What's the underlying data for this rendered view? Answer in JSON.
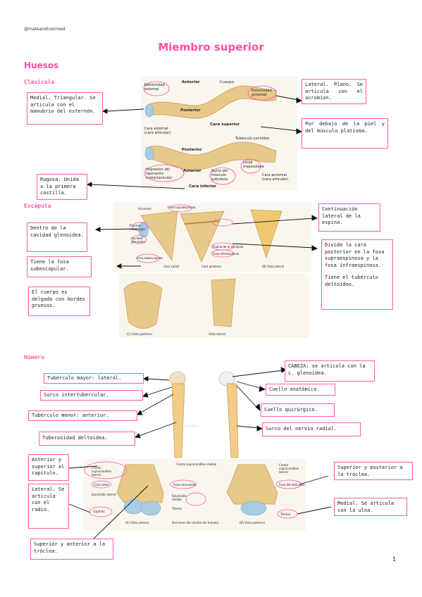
{
  "header": {
    "handle": "@mateandicenmed",
    "title": "Miembro superior",
    "page_number": "1"
  },
  "sections": {
    "huesos": "Huesos",
    "clavicula": "Clavícula",
    "escapula": "Escápula",
    "humero": "Húmero"
  },
  "clavicula_notes": {
    "medial": "Medial. Triangular. Se articula con el manubrio del esternón.",
    "lateral": "Lateral. Plano. Se articula con el acromion.",
    "debajo": "Por debajo de la piel y del músculo platisma.",
    "rugosa": "Rugosa. Unida a la primera costilla."
  },
  "clavicula_fig": {
    "extremidad_esternal": "Extremidad esternal",
    "anterior_top": "Anterior",
    "cuerpo": "Cuerpo",
    "extremidad_acromial": "Extremidad acromial",
    "posterior_top": "Posterior",
    "cara_superior": "Cara superior",
    "cara_esternal": "Cara esternal (cara articular)",
    "tuberculo_conoideo": "Tubérculo conoideo",
    "posterior_bottom": "Posterior",
    "impresion": "Impresión del ligamento costoclavicular",
    "anterior_bottom": "Anterior",
    "surco": "Surco del músculo subclavio",
    "linea": "Línea trapezoidea",
    "cara_acromial": "Cara acromial (cara articular)",
    "cara_inferior": "Cara inferior"
  },
  "escapula_notes": {
    "espina": "Continuación lateral de la espina.",
    "glenoidea": "Dentro de la cavidad glenoidea.",
    "divide": "Divide la cara posterior en la fosa supraespinosa y la fosa infraespinosa.",
    "deltoideo": "Tiene el tubérculo deltoideo.",
    "subescapular": "Tiene la fosa subescapular.",
    "cuerpo": "El cuerpo es delgado con bordes gruesos."
  },
  "escapula_fig": {
    "acromion": "Acromion",
    "proceso_coracoides": "Proceso coracoides",
    "cavidad_glenoidea": "Cavidad glenoidea",
    "fosa_subescapular": "Fosa subescapular",
    "fosa_supraespinosa": "Fosa supraespinosa",
    "espina": "Espina de la escápula",
    "fosa_infraespinosa": "Fosa infraespinosa",
    "cara_costal": "Cara costal",
    "cara_posterior": "Cara posterior",
    "vista_lateral": "(B) Vista lateral",
    "vista_posterior": "(C) Vista posterior",
    "vista_lateral2": "Vista lateral"
  },
  "humero_notes": {
    "tuberculo_mayor": "Tubérculo mayor: lateral.",
    "surco_inter": "Surco intertubercular.",
    "tuberculo_menor": "Tubérculo menor: anterior.",
    "tuberosidad": "Tuberosidad deltoidea.",
    "cabeza": "CABEZA: se articula con la c. glenoidea.",
    "cuello_anat": "Cuello anatómico.",
    "cuello_quir": "Cuello quirúrgico.",
    "surco_radial": "Surco del nervio radial.",
    "capitulo": "Anterior y superior al capítulo.",
    "radio": "Lateral. Se articula con el radio.",
    "troclea_sup_ant": "Superior y anterior a la tróclea.",
    "troclea_sup_post": "Superior y posterior a la tróclea.",
    "ulna": "Medial. Se articula con la ulna."
  },
  "humero_fig": {
    "cresta_lat": "Cresta supracondílea lateral",
    "cresta_med": "Cresta supracondílea medial",
    "fosa_radial": "Fosa radial",
    "fosa_coronoidea": "Fosa coronoidea",
    "fosa_olecranon": "Fosa del olécranon",
    "epicondilo_lat": "Epicóndilo lateral",
    "epicondilo_med": "Epicóndilo medial",
    "capitulo": "Capítulo",
    "troclea": "Tróclea",
    "vista_anterior": "(A) Vista anterior",
    "vista_posterior": "(B) Vista posterior",
    "porciones": "Porciones del cóndilo del húmero",
    "watermark": "Humero"
  },
  "colors": {
    "accent": "#ff4fa3",
    "bone": "#e8c98a",
    "cartilage": "#a9cce6"
  }
}
